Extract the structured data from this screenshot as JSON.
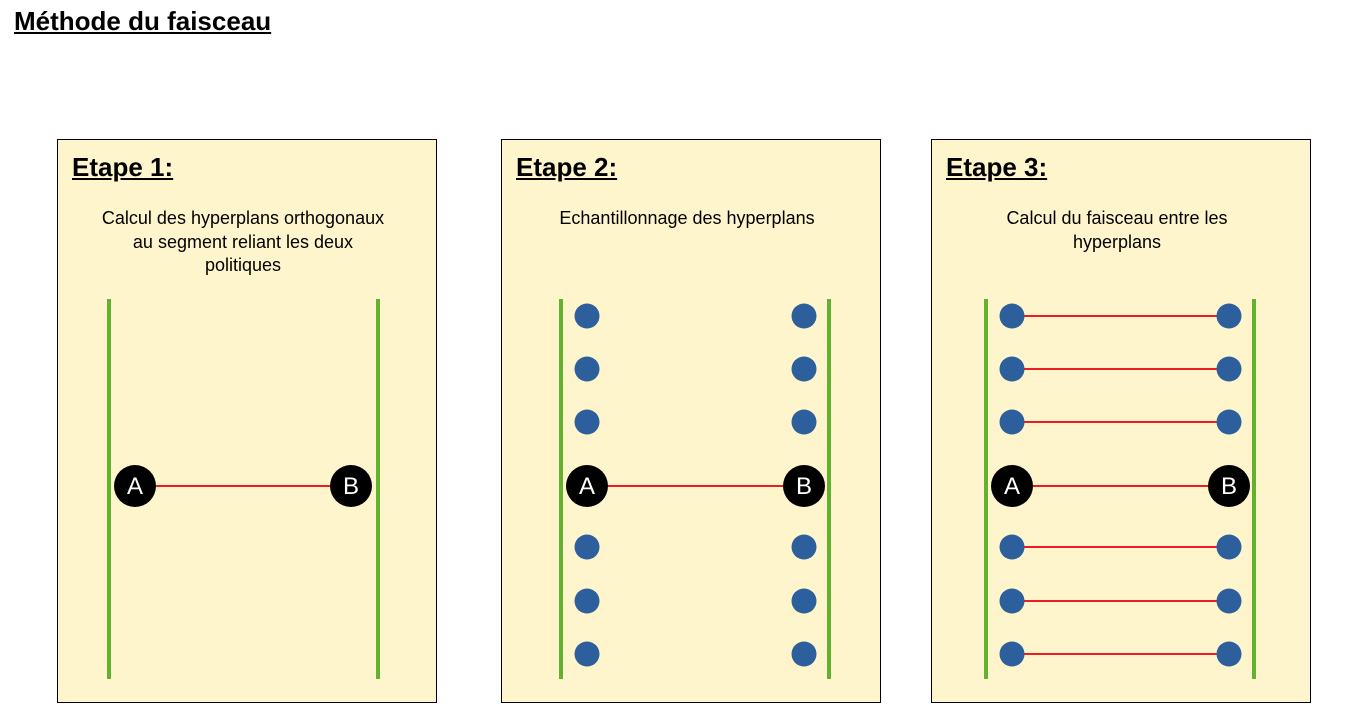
{
  "title": "Méthode du faisceau",
  "colors": {
    "panel_background": "#fff5cc",
    "hyperplane": "#62b22f",
    "segment": "#ee1d23",
    "sample_point": "#2c5f9c",
    "policy_point": "#000000",
    "policy_label": "#ffffff"
  },
  "point_labels": {
    "a": "A",
    "b": "B"
  },
  "steps": [
    {
      "heading": "Etape 1:",
      "description": "Calcul des hyperplans orthogonaux au segment reliant les deux politiques",
      "samples_per_hyperplane": 0,
      "beam_segments": false
    },
    {
      "heading": "Etape 2:",
      "description": "Echantillonnage des hyperplans",
      "samples_per_hyperplane": 6,
      "beam_segments": false
    },
    {
      "heading": "Etape 3:",
      "description": "Calcul du faisceau entre les hyperplans",
      "samples_per_hyperplane": 6,
      "beam_segments": true
    }
  ]
}
